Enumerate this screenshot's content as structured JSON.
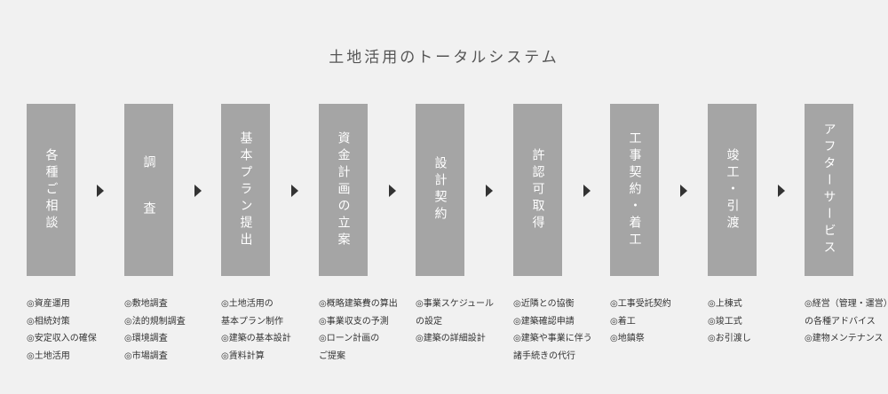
{
  "title": "土地活用のトータルシステム",
  "steps": [
    {
      "label": "各種ご相談",
      "details": [
        "◎資産運用",
        "◎相続対策",
        "◎安定収入の確保",
        "◎土地活用"
      ]
    },
    {
      "label": "調　査",
      "details": [
        "◎敷地調査",
        "◎法的規制調査",
        "◎環境調査",
        "◎市場調査"
      ]
    },
    {
      "label": "基本プラン提出",
      "details": [
        "◎土地活用の",
        "基本プラン制作",
        "◎建築の基本設計",
        "◎賃料計算"
      ]
    },
    {
      "label": "資金計画の立案",
      "details": [
        "◎概略建築費の算出",
        "◎事業収支の予測",
        "◎ローン計画の",
        "ご提案"
      ]
    },
    {
      "label": "設計契約",
      "details": [
        "◎事業スケジュール",
        "の設定",
        "◎建築の詳細設計"
      ]
    },
    {
      "label": "許認可取得",
      "details": [
        "◎近隣との協衡",
        "◎建築確認申請",
        "◎建築や事業に伴う",
        "諸手続きの代行"
      ]
    },
    {
      "label": "工事契約・着工",
      "details": [
        "◎工事受託契約",
        "◎着工",
        "◎地鎮祭"
      ]
    },
    {
      "label": "竣工・引渡",
      "details": [
        "◎上棟式",
        "◎竣工式",
        "◎お引渡し"
      ]
    },
    {
      "label": "アフターサービス",
      "details": [
        "◎経営（管理・運営）",
        "の各種アドバイス",
        "◎建物メンテナンス"
      ]
    }
  ]
}
